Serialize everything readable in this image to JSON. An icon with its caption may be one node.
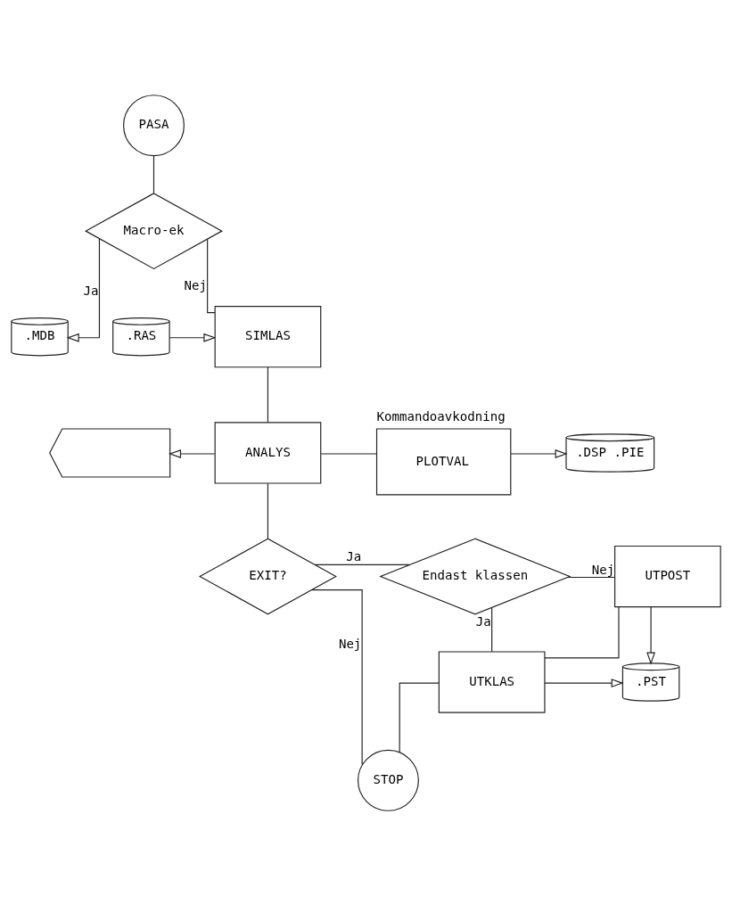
{
  "diagram": {
    "nodes": [
      {
        "text": [
          "PASA"
        ]
      },
      {
        "text": [
          "Macro-ek"
        ]
      },
      {
        "text": [
          ".MDB"
        ]
      },
      {
        "text": [
          ".RAS"
        ]
      },
      {
        "text": [
          "SIMLAS"
        ]
      },
      {
        "text": [],
        "shape": "display"
      },
      {
        "text": [
          "ANALYS"
        ]
      },
      {
        "text": [
          "PLOTVAL"
        ],
        "beside": [
          "Kommandoavkodning"
        ]
      },
      {
        "text": [
          ".DSP .PIE"
        ]
      },
      {
        "text": [
          "EXIT?"
        ]
      },
      {
        "text": [
          "Endast klassen"
        ]
      },
      {
        "text": [
          "UTPOST"
        ]
      },
      {
        "text": [
          "UTKLAS"
        ]
      },
      {
        "text": [
          ".PST"
        ]
      },
      {
        "text": [
          "STOP"
        ]
      }
    ],
    "edges": [
      {
        "from": 0,
        "to": 1,
        "arrow": "none"
      },
      {
        "from": 1,
        "to": 2,
        "arrow": "to",
        "label": "Ja"
      },
      {
        "from": 1,
        "to": 4,
        "arrow": "none",
        "label": "Nej"
      },
      {
        "from": 3,
        "to": 4,
        "arrow": "to"
      },
      {
        "from": 4,
        "to": 6,
        "arrow": "none"
      },
      {
        "from": 6,
        "to": 5,
        "arrow": "to"
      },
      {
        "from": 6,
        "to": 7,
        "arrow": "none"
      },
      {
        "from": 7,
        "to": 8,
        "arrow": "to"
      },
      {
        "from": 6,
        "to": 9,
        "arrow": "none"
      },
      {
        "from": 9,
        "to": 10,
        "arrow": "none",
        "label": "Ja"
      },
      {
        "from": 10,
        "to": 11,
        "arrow": "none",
        "label": "Nej"
      },
      {
        "from": 10,
        "to": 12,
        "arrow": "none",
        "label": "Ja"
      },
      {
        "from": 11,
        "to": 12,
        "arrow": "none"
      },
      {
        "from": 12,
        "to": 13,
        "arrow": "to"
      },
      {
        "from": 11,
        "to": 13,
        "arrow": "to"
      },
      {
        "from": 9,
        "to": 14,
        "arrow": "none",
        "label": "Nej"
      },
      {
        "from": 12,
        "to": 14,
        "arrow": "none"
      }
    ]
  }
}
